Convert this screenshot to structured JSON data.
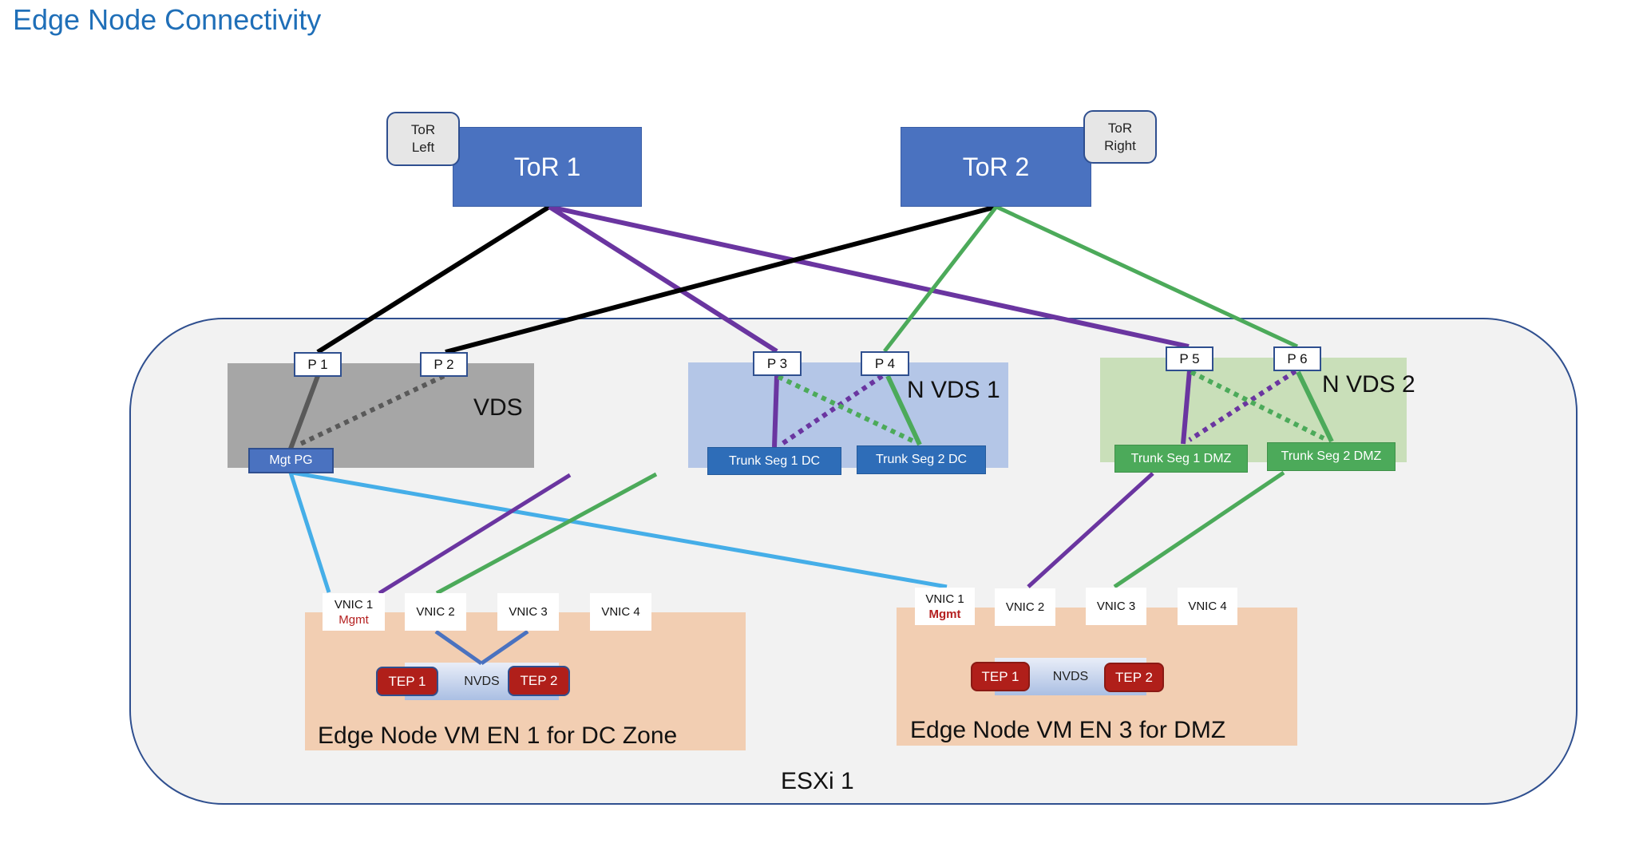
{
  "title": "Edge Node Connectivity",
  "host": {
    "label": "ESXi 1"
  },
  "tors": [
    {
      "id": "tor1",
      "label": "ToR 1",
      "tag": [
        "ToR",
        "Left"
      ]
    },
    {
      "id": "tor2",
      "label": "ToR 2",
      "tag": [
        "ToR",
        "Right"
      ]
    }
  ],
  "switches": {
    "vds": {
      "label": "VDS",
      "ports": [
        "P 1",
        "P 2"
      ],
      "port_groups": [
        "Mgt PG"
      ]
    },
    "nvds1": {
      "label": "N VDS 1",
      "ports": [
        "P 3",
        "P 4"
      ],
      "port_groups": [
        "Trunk Seg 1 DC",
        "Trunk Seg 2 DC"
      ]
    },
    "nvds2": {
      "label": "N VDS 2",
      "ports": [
        "P 5",
        "P 6"
      ],
      "port_groups": [
        "Trunk Seg 1 DMZ",
        "Trunk Seg 2 DMZ"
      ]
    }
  },
  "edge_nodes": [
    {
      "label": "Edge Node VM EN 1 for DC Zone",
      "vnics": [
        {
          "label": "VNIC 1",
          "sub": "Mgmt"
        },
        {
          "label": "VNIC 2",
          "sub": ""
        },
        {
          "label": "VNIC 3",
          "sub": ""
        },
        {
          "label": "VNIC 4",
          "sub": ""
        }
      ],
      "nvds": "NVDS",
      "teps": [
        "TEP 1",
        "TEP 2"
      ]
    },
    {
      "label": "Edge Node VM EN 3 for DMZ",
      "vnics": [
        {
          "label": "VNIC 1",
          "sub": "Mgmt"
        },
        {
          "label": "VNIC 2",
          "sub": ""
        },
        {
          "label": "VNIC 3",
          "sub": ""
        },
        {
          "label": "VNIC 4",
          "sub": ""
        }
      ],
      "nvds": "NVDS",
      "teps": [
        "TEP 1",
        "TEP 2"
      ]
    }
  ],
  "colors": {
    "uplink_mgmt": "#000000",
    "segment_1": "#6a35a0",
    "segment_2": "#4caa5a",
    "mgmt_link": "#45aee8",
    "vds_internal": "#595959",
    "nvds_internal": "#4a72c0"
  },
  "connections": [
    {
      "from": "ToR 1",
      "to": "P 1",
      "color": "uplink_mgmt",
      "style": "solid"
    },
    {
      "from": "ToR 1",
      "to": "P 3",
      "color": "segment_1",
      "style": "solid"
    },
    {
      "from": "ToR 1",
      "to": "P 5",
      "color": "segment_1",
      "style": "solid"
    },
    {
      "from": "ToR 2",
      "to": "P 2",
      "color": "uplink_mgmt",
      "style": "solid"
    },
    {
      "from": "ToR 2",
      "to": "P 4",
      "color": "segment_2",
      "style": "solid"
    },
    {
      "from": "ToR 2",
      "to": "P 6",
      "color": "segment_2",
      "style": "solid"
    },
    {
      "from": "P 1",
      "to": "Mgt PG",
      "color": "vds_internal",
      "style": "solid"
    },
    {
      "from": "P 2",
      "to": "Mgt PG",
      "color": "vds_internal",
      "style": "dotted"
    },
    {
      "from": "P 3",
      "to": "Trunk Seg 1 DC",
      "color": "segment_1",
      "style": "solid"
    },
    {
      "from": "P 4",
      "to": "Trunk Seg 1 DC",
      "color": "segment_1",
      "style": "dotted"
    },
    {
      "from": "P 4",
      "to": "Trunk Seg 2 DC",
      "color": "segment_2",
      "style": "solid"
    },
    {
      "from": "P 3",
      "to": "Trunk Seg 2 DC",
      "color": "segment_2",
      "style": "dotted"
    },
    {
      "from": "P 5",
      "to": "Trunk Seg 1 DMZ",
      "color": "segment_1",
      "style": "solid"
    },
    {
      "from": "P 6",
      "to": "Trunk Seg 1 DMZ",
      "color": "segment_1",
      "style": "dotted"
    },
    {
      "from": "P 6",
      "to": "Trunk Seg 2 DMZ",
      "color": "segment_2",
      "style": "solid"
    },
    {
      "from": "P 5",
      "to": "Trunk Seg 2 DMZ",
      "color": "segment_2",
      "style": "dotted"
    },
    {
      "from": "Mgt PG",
      "to": "EN1 VNIC 1",
      "color": "mgmt_link",
      "style": "solid"
    },
    {
      "from": "Mgt PG",
      "to": "EN3 VNIC 1",
      "color": "mgmt_link",
      "style": "solid"
    },
    {
      "from": "Trunk Seg 1 DC",
      "to": "EN1 VNIC 2",
      "color": "segment_1",
      "style": "solid"
    },
    {
      "from": "Trunk Seg 2 DC",
      "to": "EN1 VNIC 3",
      "color": "segment_2",
      "style": "solid"
    },
    {
      "from": "Trunk Seg 1 DMZ",
      "to": "EN3 VNIC 2",
      "color": "segment_1",
      "style": "solid"
    },
    {
      "from": "Trunk Seg 2 DMZ",
      "to": "EN3 VNIC 3",
      "color": "segment_2",
      "style": "solid"
    },
    {
      "from": "EN1 VNIC 2",
      "to": "EN1 NVDS",
      "color": "nvds_internal",
      "style": "solid"
    },
    {
      "from": "EN1 VNIC 3",
      "to": "EN1 NVDS",
      "color": "nvds_internal",
      "style": "solid"
    }
  ]
}
